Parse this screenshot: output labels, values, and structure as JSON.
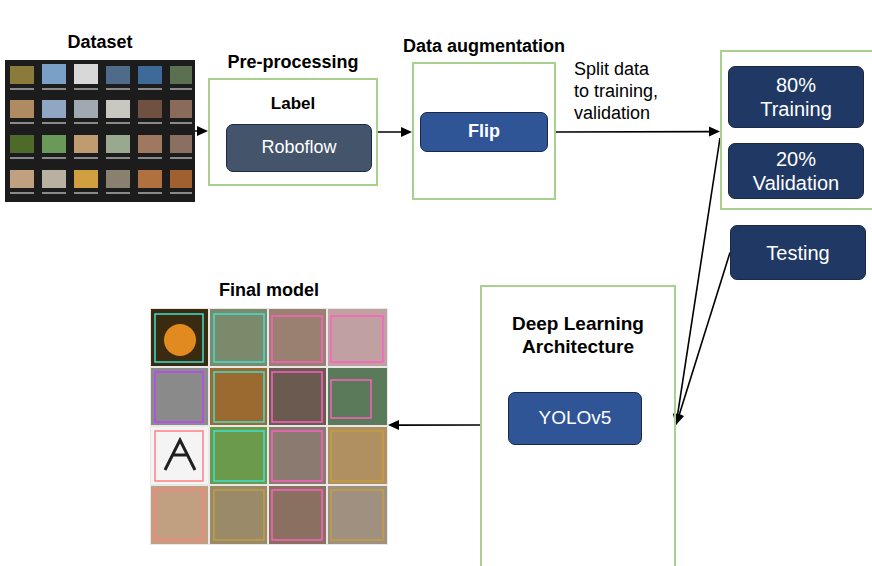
{
  "diagram": {
    "nodes": [
      {
        "text": [
          "Dataset"
        ]
      },
      {
        "text": [
          "Pre-processing",
          "Label"
        ]
      },
      {
        "text": [
          "Roboflow"
        ],
        "in": 1
      },
      {
        "text": [
          "Data augmentation"
        ]
      },
      {
        "text": [
          "Flip"
        ],
        "in": 3
      },
      {
        "text": []
      },
      {
        "text": [
          "80% Training"
        ],
        "in": 5
      },
      {
        "text": [
          "20% Validation"
        ],
        "in": 5
      },
      {
        "text": [
          "Testing"
        ]
      },
      {
        "text": [
          "Deep Learning Architecture"
        ]
      },
      {
        "text": [
          "YOLOv5"
        ],
        "in": 9
      },
      {
        "text": [
          "Final model"
        ]
      }
    ],
    "edges": [
      {
        "from": 0,
        "to": 1,
        "arrow": "to"
      },
      {
        "from": 1,
        "to": 3,
        "arrow": "to"
      },
      {
        "from": 3,
        "to": 5,
        "label": "Split data to training, validation",
        "arrow": "to"
      },
      {
        "from": 5,
        "to": 9,
        "arrow": "to"
      },
      {
        "from": 8,
        "to": 9,
        "arrow": "to"
      },
      {
        "from": 9,
        "to": 11,
        "arrow": "to"
      }
    ]
  }
}
